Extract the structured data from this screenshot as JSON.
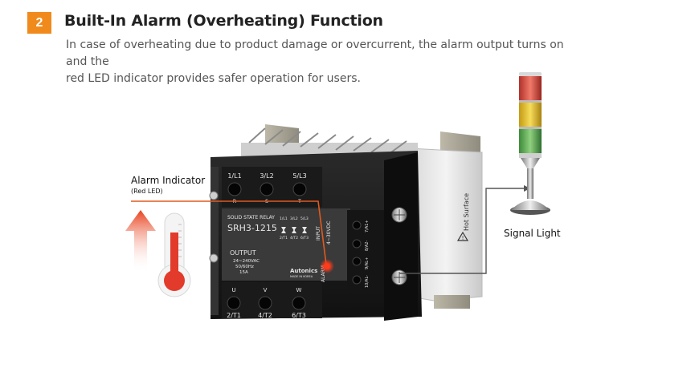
{
  "section": {
    "number": "2",
    "title": "Built-In Alarm (Overheating) Function",
    "description_lines": [
      "In case of overheating due to product damage or overcurrent, the alarm output turns on and the",
      "red LED indicator provides safer operation for users."
    ]
  },
  "labels": {
    "alarm_indicator": "Alarm Indicator",
    "alarm_indicator_sub": "(Red LED)",
    "signal_light": "Signal Light"
  },
  "relay": {
    "terminals_top": [
      "1/L1",
      "3/L2",
      "5/L3"
    ],
    "terminals_top_sub": [
      "R",
      "S",
      "T"
    ],
    "terminals_bottom": [
      "2/T1",
      "4/T2",
      "6/T3"
    ],
    "terminals_bottom_sub": [
      "U",
      "V",
      "W"
    ],
    "product_line": "SOLID STATE RELAY",
    "model": "SRH3-1215",
    "output_title": "OUTPUT",
    "output_specs": [
      "24~240VAC",
      "50/60Hz",
      "15A"
    ],
    "brand": "Autonics",
    "made_in": "MADE IN KOREA",
    "input_label": "INPUT",
    "input_voltage": "4~30VDC",
    "alarm_label": "ALARM",
    "side_terminals": [
      "7/A1+",
      "8/A2-",
      "9/AL+",
      "10/AL-"
    ],
    "top_mini_labels": [
      "1/L1",
      "3/L2",
      "5/L3"
    ],
    "bottom_mini_labels": [
      "2/T1",
      "4/T2",
      "6/T3"
    ]
  },
  "heatsink": {
    "warning_text": "Hot Surface"
  },
  "colors": {
    "badge": "#f08a1c",
    "alarm_line": "#e05a1e",
    "signal_line": "#555555",
    "led": "#ff3b1a"
  },
  "icons": [
    "thermometer-icon",
    "up-arrow-icon",
    "warning-triangle-icon",
    "signal-tower-icon"
  ]
}
